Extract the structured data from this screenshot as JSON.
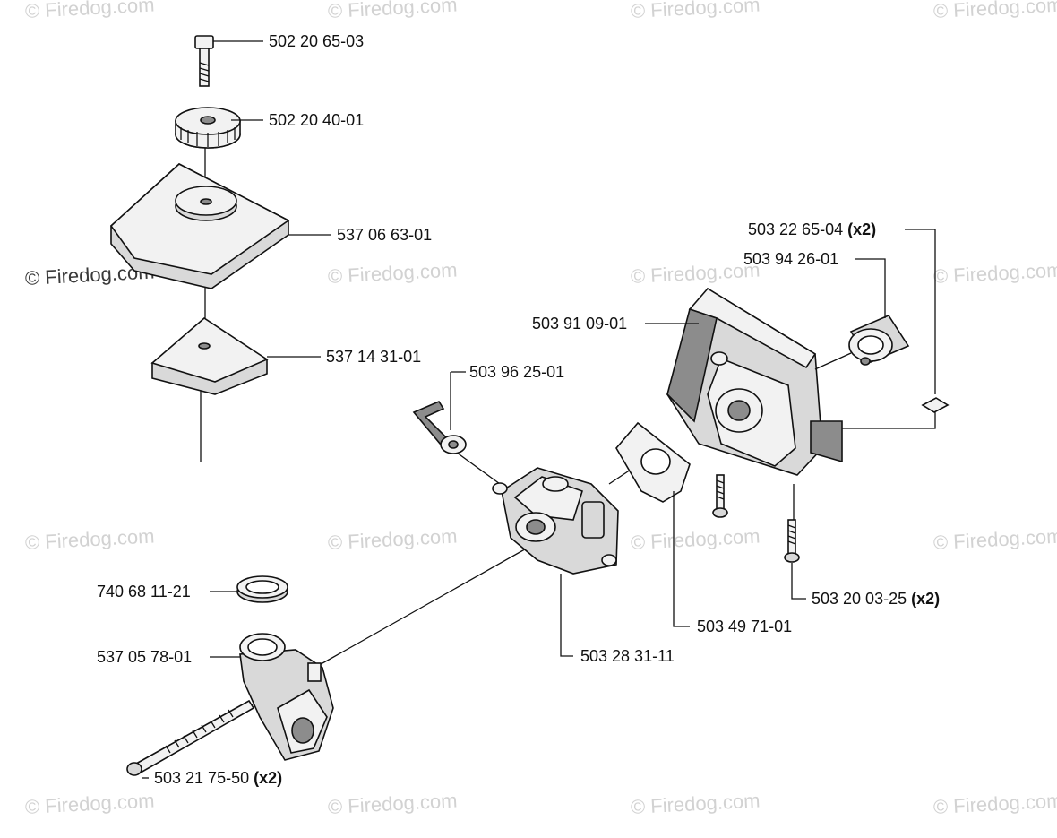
{
  "watermark": {
    "text": "© Firedog.com",
    "prominent": "© Firedog.com",
    "color": "#d2d2d2"
  },
  "parts": [
    {
      "id": "p1",
      "number": "502 20 65-03",
      "qty": ""
    },
    {
      "id": "p2",
      "number": "502 20 40-01",
      "qty": ""
    },
    {
      "id": "p3",
      "number": "537 06 63-01",
      "qty": ""
    },
    {
      "id": "p4",
      "number": "537 14 31-01",
      "qty": ""
    },
    {
      "id": "p5",
      "number": "503 22 65-04",
      "qty": "(x2)"
    },
    {
      "id": "p6",
      "number": "503 94 26-01",
      "qty": ""
    },
    {
      "id": "p7",
      "number": "503 91 09-01",
      "qty": ""
    },
    {
      "id": "p8",
      "number": "503 96 25-01",
      "qty": ""
    },
    {
      "id": "p9",
      "number": "740 68 11-21",
      "qty": ""
    },
    {
      "id": "p10",
      "number": "537 05 78-01",
      "qty": ""
    },
    {
      "id": "p11",
      "number": "503 28 31-11",
      "qty": ""
    },
    {
      "id": "p12",
      "number": "503 49 71-01",
      "qty": ""
    },
    {
      "id": "p13",
      "number": "503 20 03-25",
      "qty": "(x2)"
    },
    {
      "id": "p14",
      "number": "503 21 75-50",
      "qty": "(x2)"
    }
  ]
}
